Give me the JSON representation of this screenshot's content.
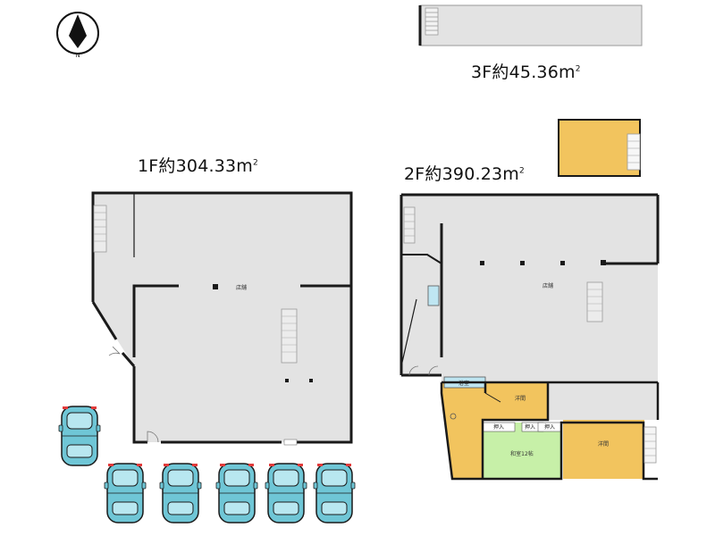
{
  "compass": {
    "north_label": "N",
    "icon": "compass-north-arrow-icon"
  },
  "floors": {
    "f1": {
      "area_text": "1F約304.33m",
      "area_sup": "2",
      "rooms": {
        "main": "店舗"
      }
    },
    "f2": {
      "area_text": "2F約390.23m",
      "area_sup": "2",
      "rooms": {
        "main": "店舗",
        "yoshitsu_a": "洋間",
        "yoshitsu_b": "洋間",
        "washitsu": "和室12帖",
        "closet": "押入",
        "closet2": "押入",
        "closet3": "押入",
        "bath": "浴室"
      }
    },
    "f3": {
      "area_text": "3F約45.36m",
      "area_sup": "2"
    }
  },
  "colors": {
    "floor_gray": "#e3e3e3",
    "wall": "#1a1a1a",
    "room_yellow": "#f2c45e",
    "room_green": "#c7f0a8",
    "bath_blue": "#bfe6f2",
    "car_cyan": "#6fc6d6",
    "car_light": "#b8e7f0"
  }
}
